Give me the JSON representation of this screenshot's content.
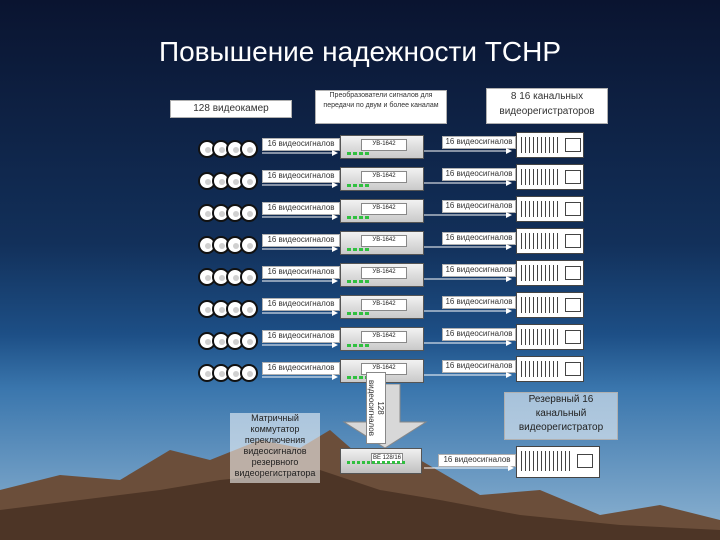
{
  "title": "Повышение надежности ТСНР",
  "labels": {
    "cameras": "128 видеокамер",
    "converter": "Преобразователи сигналов для передачи по двум и более каналам",
    "recorders": "8 16 канальных видеорегистраторов",
    "matrix": "Матричный коммутатор переключения видеосигналов резервного видеорегистратора",
    "signals_128": "128 видеосигналов",
    "reserve_recorder": "Резервный 16 канальный видеорегистратор",
    "reserve_signal": "16 видеосигналов",
    "matrix_device": "ВЕ 128/16"
  },
  "rows": [
    {
      "in_label": "16 видеосигналов",
      "device": "УВ-1642",
      "out_label": "16 видеосигналов"
    },
    {
      "in_label": "16 видеосигналов",
      "device": "УВ-1642",
      "out_label": "16 видеосигналов"
    },
    {
      "in_label": "16 видеосигналов",
      "device": "УВ-1642",
      "out_label": "16 видеосигналов"
    },
    {
      "in_label": "16 видеосигналов",
      "device": "УВ-1642",
      "out_label": "16 видеосигналов"
    },
    {
      "in_label": "16 видеосигналов",
      "device": "УВ-1642",
      "out_label": "16 видеосигналов"
    },
    {
      "in_label": "16 видеосигналов",
      "device": "УВ-1642",
      "out_label": "16 видеосигналов"
    },
    {
      "in_label": "16 видеосигналов",
      "device": "УВ-1642",
      "out_label": "16 видеосигналов"
    },
    {
      "in_label": "16 видеосигналов",
      "device": "УВ-1642",
      "out_label": "16 видеосигналов"
    }
  ]
}
